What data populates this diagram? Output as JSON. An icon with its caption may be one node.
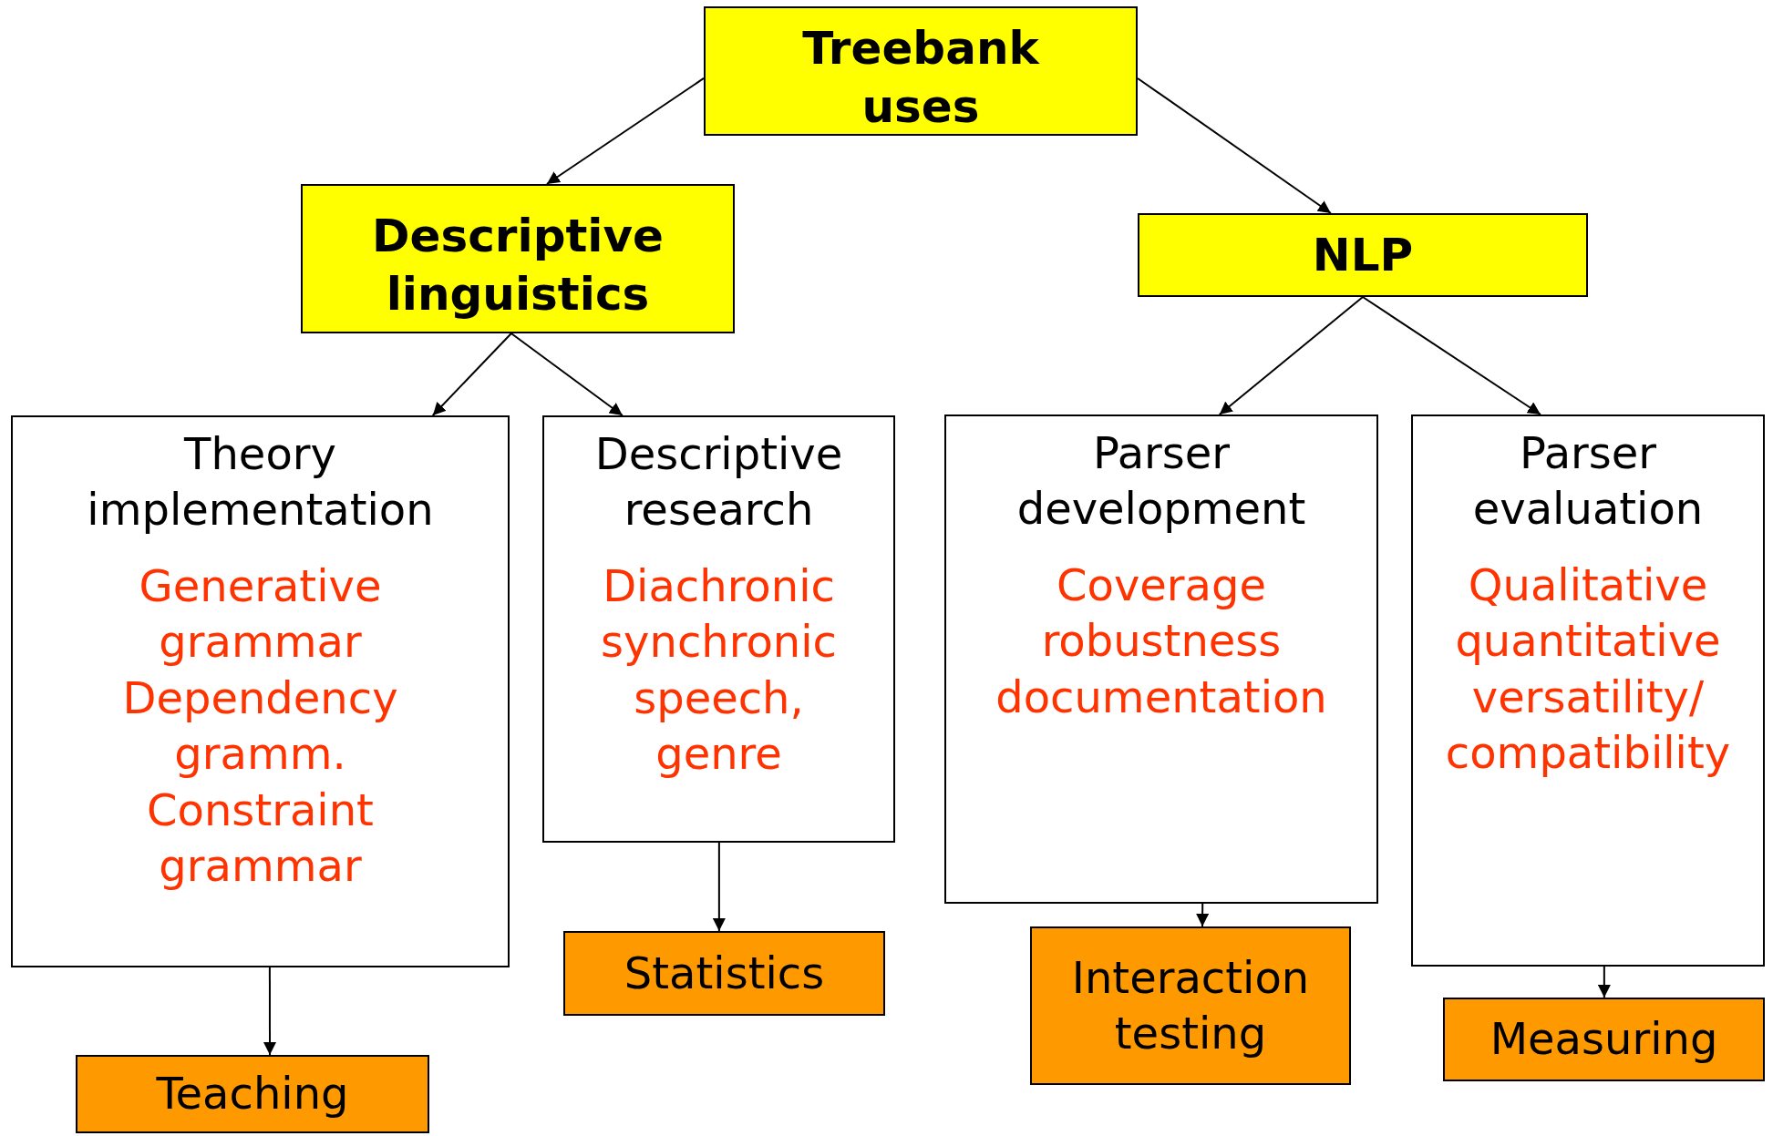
{
  "diagram": {
    "nodes": [
      {
        "text": [
          "Treebank uses"
        ]
      },
      {
        "text": [
          "Descriptive linguistics"
        ]
      },
      {
        "text": [
          "NLP"
        ]
      },
      {
        "text": [
          "Theory implementation",
          "Generative grammar Dependency gramm. Constraint grammar"
        ]
      },
      {
        "text": [
          "Descriptive research",
          "Diachronic synchronic speech, genre"
        ]
      },
      {
        "text": [
          "Parser development",
          "Coverage robustness documentation"
        ]
      },
      {
        "text": [
          "Parser evaluation",
          "Qualitative quantitative versatility/ compatibility"
        ]
      },
      {
        "text": [
          "Teaching"
        ]
      },
      {
        "text": [
          "Statistics"
        ]
      },
      {
        "text": [
          "Interaction testing"
        ]
      },
      {
        "text": [
          "Measuring"
        ]
      }
    ],
    "edges": [
      {
        "from": 0,
        "to": 1,
        "arrow": "to"
      },
      {
        "from": 0,
        "to": 2,
        "arrow": "to"
      },
      {
        "from": 1,
        "to": 3,
        "arrow": "to"
      },
      {
        "from": 1,
        "to": 4,
        "arrow": "to"
      },
      {
        "from": 2,
        "to": 5,
        "arrow": "to"
      },
      {
        "from": 2,
        "to": 6,
        "arrow": "to"
      },
      {
        "from": 3,
        "to": 7,
        "arrow": "to"
      },
      {
        "from": 4,
        "to": 8,
        "arrow": "to"
      },
      {
        "from": 5,
        "to": 9,
        "arrow": "to"
      },
      {
        "from": 6,
        "to": 10,
        "arrow": "to"
      }
    ]
  }
}
